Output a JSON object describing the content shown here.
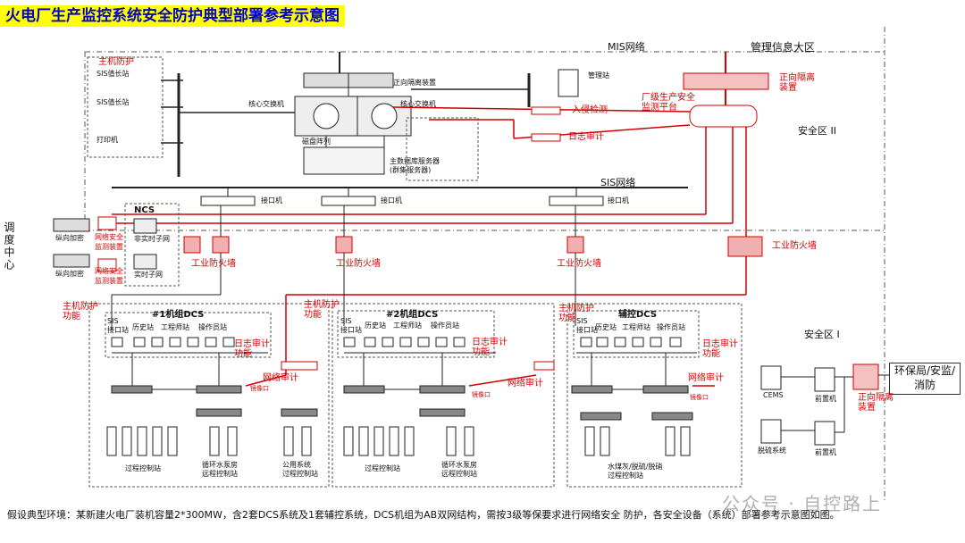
{
  "title": "火电厂生产监控系统安全防护典型部署参考示意图",
  "caption": "假设典型环境：某新建火电厂装机容量2*300MW，含2套DCS系统及1套辅控系统，DCS机组为AB双网结构，需按3级等保要求进行网络安全 防护，各安全设备（系统）部署参考示意图如图。",
  "watermark": "公众号 · 自控路上",
  "zones": {
    "mis": "MIS网络",
    "mis_big": "管理信息大区",
    "sis": "SIS网络",
    "zone2": "安全区 II",
    "zone1": "安全区 I"
  },
  "dispatch_center": "调度中心",
  "env_box": "环保局/安监/消防",
  "labels": {
    "host_protect": "主机防护",
    "sis_station": "SIS值长站",
    "printer": "打印机",
    "core_switch": "核心交换机",
    "disk_array": "磁盘阵列",
    "db_server": "主数据库服务器\n(群集服务器)",
    "fwd_isolation": "正向隔离装置",
    "mgmt_station": "管理站",
    "fwd_isolation_red": "正向隔离\n装置",
    "intrusion": "入侵检测",
    "log_audit": "日志审计",
    "platform": "厂级生产安全\n监测平台",
    "interface": "接口机",
    "ncs": "NCS",
    "ncs_nonsub": "非实时子网",
    "ncs_sub": "实时子网",
    "vertical_enc": "纵向加密",
    "net_monitor": "网络安全\n监测装置",
    "industrial_fw": "工业防火墙",
    "host_protect_func": "主机防护\n功能",
    "dcs1": "#1机组DCS",
    "dcs2": "#2机组DCS",
    "dcs_aux": "辅控DCS",
    "sis_interface": "SIS\n接口站",
    "history": "历史站",
    "engineer": "工程师站",
    "operator": "操作员站",
    "log_func": "日志审计\n功能",
    "net_audit": "网络审计",
    "mirror": "镜像口",
    "process_station": "过程控制站",
    "pump_station": "循环水泵房\n远程控制站",
    "public_station": "公用系统\n过程控制站",
    "aux_station": "水煤灰/脱硫/脱硝\n过程控制站",
    "cems": "CEMS",
    "front1": "前置机",
    "desulf": "脱硫系统",
    "front2": "前置机",
    "fwd_isolation2": "正向隔离\n装置"
  },
  "colors": {
    "title_bg": "#ffff00",
    "title_fg": "#0000cc",
    "red": "#d00000",
    "line": "#222222"
  }
}
